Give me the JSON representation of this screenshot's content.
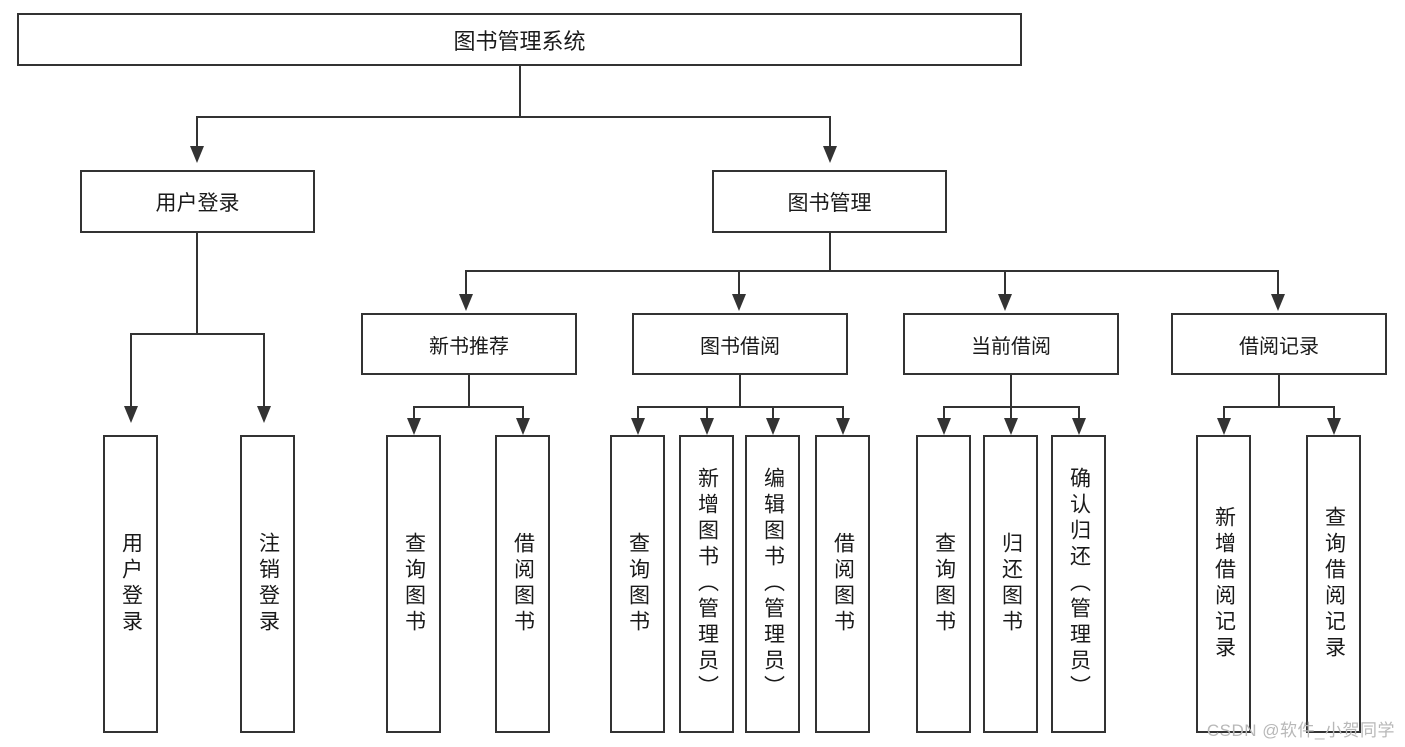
{
  "diagram": {
    "title": "图书管理系统",
    "type": "tree-hierarchy",
    "root": {
      "label": "图书管理系统"
    },
    "level1": [
      {
        "label": "用户登录"
      },
      {
        "label": "图书管理"
      }
    ],
    "level2": [
      {
        "label": "新书推荐"
      },
      {
        "label": "图书借阅"
      },
      {
        "label": "当前借阅"
      },
      {
        "label": "借阅记录"
      }
    ],
    "leaves": {
      "user_login": [
        {
          "label": "用户登录"
        },
        {
          "label": "注销登录"
        }
      ],
      "new_book_recommend": [
        {
          "label": "查询图书"
        },
        {
          "label": "借阅图书"
        }
      ],
      "book_borrow": [
        {
          "label": "查询图书"
        },
        {
          "label": "新增图书（管理员）"
        },
        {
          "label": "编辑图书（管理员）"
        },
        {
          "label": "借阅图书"
        }
      ],
      "current_borrow": [
        {
          "label": "查询图书"
        },
        {
          "label": "归还图书"
        },
        {
          "label": "确认归还（管理员）"
        }
      ],
      "borrow_record": [
        {
          "label": "新增借阅记录"
        },
        {
          "label": "查询借阅记录"
        }
      ]
    }
  },
  "watermark": {
    "text": "CSDN @软件_小贺同学"
  },
  "colors": {
    "stroke": "#333333",
    "background": "#ffffff",
    "text": "#1a1a1a",
    "watermark": "#b8b8b8"
  }
}
